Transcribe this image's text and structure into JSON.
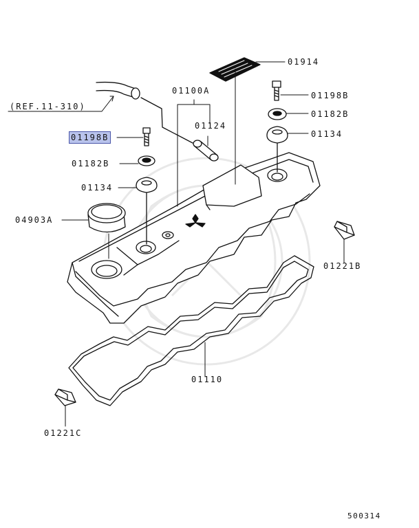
{
  "diagram": {
    "labels": {
      "ref": "(REF.11-310)",
      "p01914": "01914",
      "p01100A": "01100A",
      "p01198B_right": "01198B",
      "p01182B_right": "01182B",
      "p01124": "01124",
      "p01134_right": "01134",
      "p01198B_left": "01198B",
      "p01182B_left": "01182B",
      "p01134_left": "01134",
      "p04903A": "04903A",
      "p01221B": "01221B",
      "p01110": "01110",
      "p01221C": "01221C"
    },
    "figure_id": "500314",
    "highlighted_part": "01198B",
    "colors": {
      "line": "#111111",
      "highlight_fill": "#b9c3ec",
      "highlight_border": "#4a56a8",
      "watermark": "#e6e6e6"
    }
  }
}
